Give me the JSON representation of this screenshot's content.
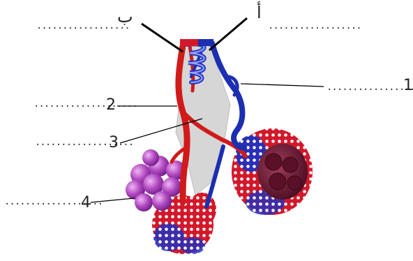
{
  "labels": {
    "ba": "ب",
    "alif": "أ",
    "n1": "1",
    "n2": "2",
    "n3": "3",
    "n4": "4"
  },
  "blanks": {
    "ba": "..................",
    "alif": "..................",
    "n1": "..................",
    "n2": "....................",
    "n3": "...................",
    "n4": "..................."
  },
  "colors": {
    "artery": "#d11a1a",
    "vein": "#1c2fb0",
    "airway": "#d6d6d6",
    "alveolus_purple": "#b148c0",
    "alveolus_dark": "#6b1230",
    "leader": "#000000"
  }
}
